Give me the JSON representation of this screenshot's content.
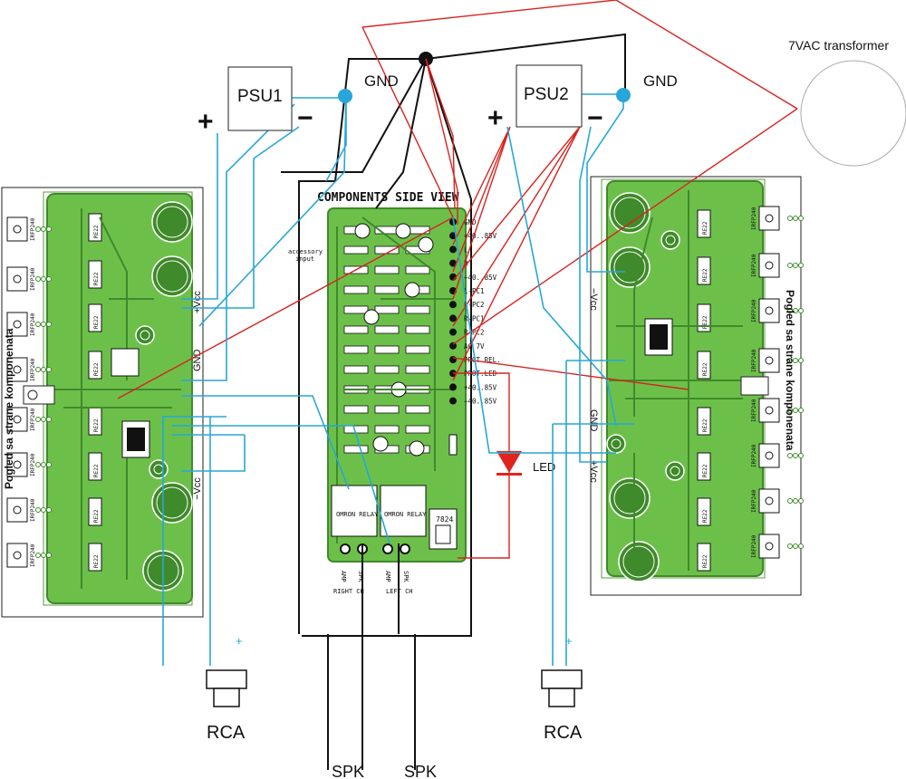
{
  "title": "COMPONENTS SIDE VIEW",
  "psu1": "PSU1",
  "psu2": "PSU2",
  "gnd": "GND",
  "plus": "+",
  "minus": "−",
  "transformer": "7VAC transformer",
  "led": "LED",
  "rca": "RCA",
  "spk": "SPK",
  "accessory_input": "accessory input",
  "side_view": "Pogled sa strane komponenata",
  "plus_vcc": "+Vcc",
  "minus_vcc": "−Vcc",
  "rca_plus": "+",
  "board_pins": [
    "GND",
    "+40..85V",
    "L",
    "R",
    "−40..85V",
    "L-PC1",
    "L-PC2",
    "R-PC1",
    "R-PC2",
    "AC 7V",
    "PROT.REL.",
    "PROT.LED",
    "+40..85V",
    "−40..85V"
  ],
  "relay_label": "OMRON RELAY",
  "regulator": "7824",
  "right_ch_labels": [
    "AMP",
    "SPK",
    "RIGHT CH"
  ],
  "left_ch_labels": [
    "AMP",
    "SPK",
    "LEFT CH"
  ],
  "transistor": "IRFP240",
  "resistor": "RE22",
  "colors": {
    "gnd_wire": "#111111",
    "ac_wire": "#d8231f",
    "signal_wire": "#28a6d9",
    "pcb_green": "#6cc04a",
    "pcb_dark": "#3f8a2a",
    "pcb_pad": "#ffffff",
    "led": "#e0241c"
  }
}
